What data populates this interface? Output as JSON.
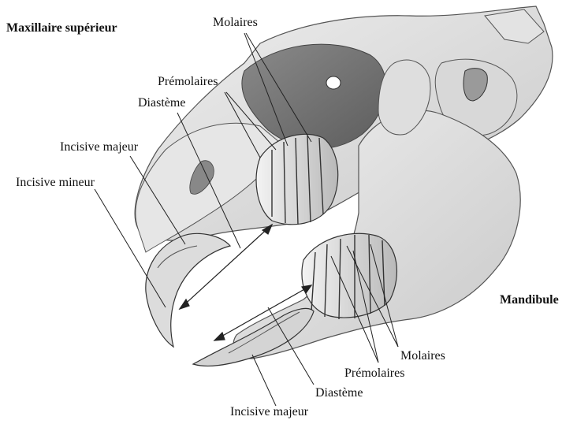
{
  "figure": {
    "upper_jaw_title": "Maxillaire supérieur",
    "lower_jaw_title": "Mandibule",
    "upper_labels": {
      "molaires": "Molaires",
      "premolaires": "Prémolaires",
      "diasteme": "Diastème",
      "incisive_majeur": "Incisive majeur",
      "incisive_mineur": "Incisive mineur"
    },
    "lower_labels": {
      "molaires": "Molaires",
      "premolaires": "Prémolaires",
      "diasteme": "Diastème",
      "incisive_majeur": "Incisive majeur"
    }
  }
}
